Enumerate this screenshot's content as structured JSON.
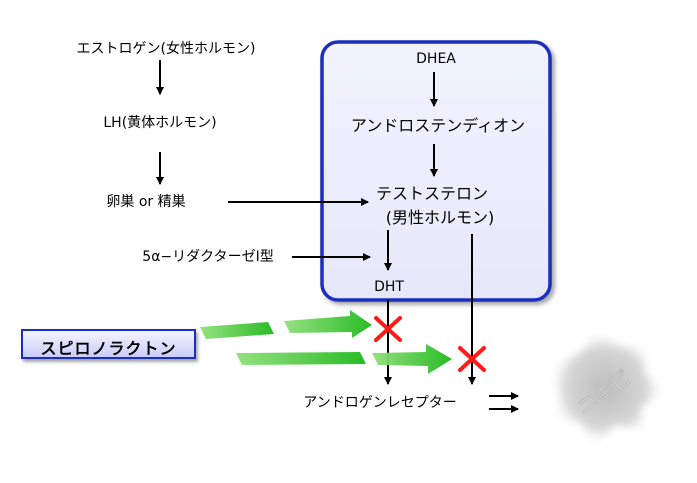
{
  "diagram": {
    "estrogen": "エストロゲン(女性ホルモン)",
    "lh": "LH(黄体ホルモン)",
    "ovary_testis": "卵巣 or 精巣",
    "reductase": "5α−リダクターゼⅠ型",
    "dhea": "DHEA",
    "androstenedione": "アンドロステンディオン",
    "testosterone": "テストステロン",
    "testosterone_note": "(男性ホルモン)",
    "dht": "DHT",
    "androgen_receptor": "アンドロゲンレセプター",
    "drug": "スピロノラクトン",
    "acne": "ニキビ"
  },
  "colors": {
    "box_fill": "#eef0fc",
    "box_border": "#1b2fbe",
    "block_mark": "#ff0000",
    "green_arrow": "#22c01e",
    "acne_blob": "#c8c8c8"
  }
}
